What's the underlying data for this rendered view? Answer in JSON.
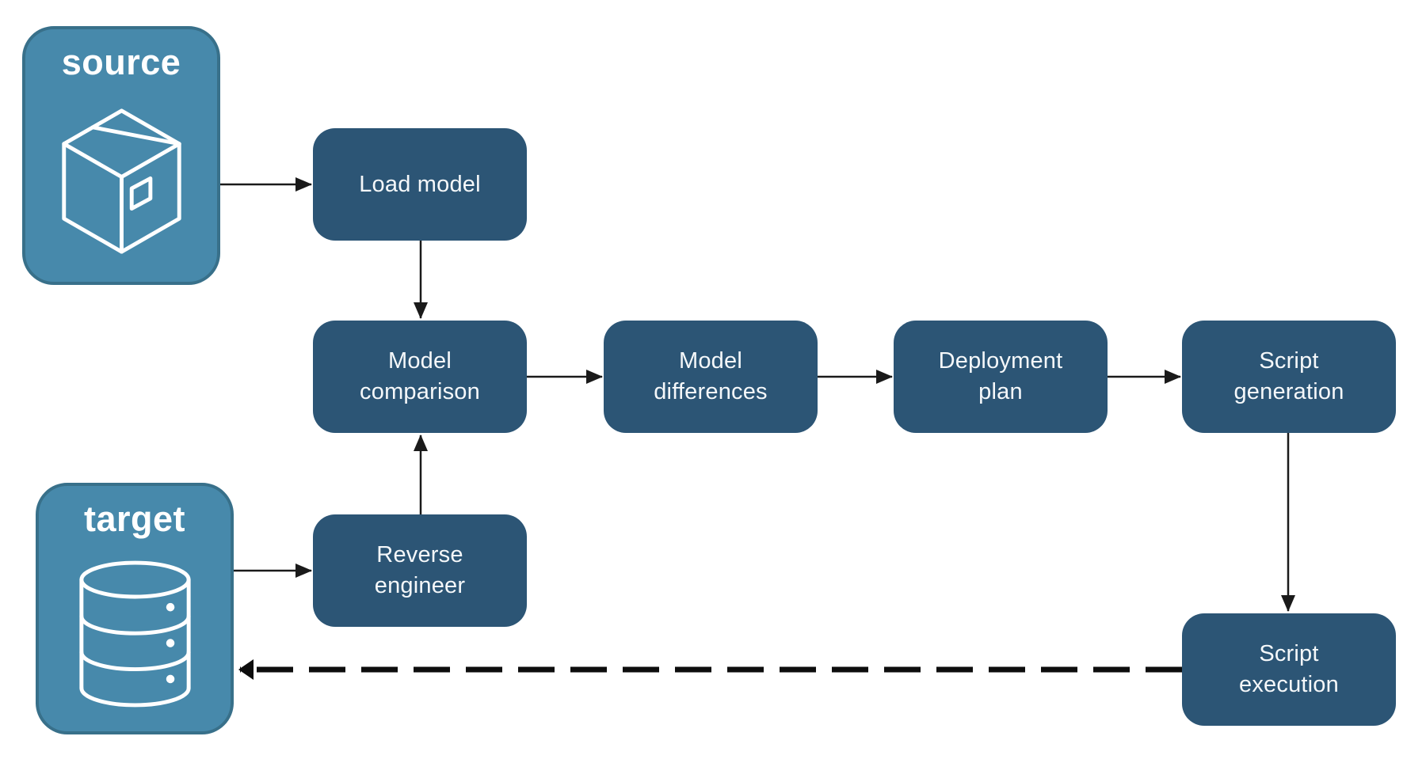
{
  "diagram": {
    "endpoints": [
      {
        "id": "source",
        "label": "source",
        "icon": "package-icon"
      },
      {
        "id": "target",
        "label": "target",
        "icon": "database-icon"
      }
    ],
    "nodes": [
      {
        "id": "load-model",
        "label": "Load model"
      },
      {
        "id": "model-comparison",
        "label": "Model\ncomparison"
      },
      {
        "id": "model-differences",
        "label": "Model\ndifferences"
      },
      {
        "id": "deployment-plan",
        "label": "Deployment\nplan"
      },
      {
        "id": "script-generation",
        "label": "Script\ngeneration"
      },
      {
        "id": "reverse-engineer",
        "label": "Reverse\nengineer"
      },
      {
        "id": "script-execution",
        "label": "Script\nexecution"
      }
    ],
    "edges": [
      {
        "from": "source",
        "to": "load-model",
        "style": "solid"
      },
      {
        "from": "load-model",
        "to": "model-comparison",
        "style": "solid"
      },
      {
        "from": "model-comparison",
        "to": "model-differences",
        "style": "solid"
      },
      {
        "from": "model-differences",
        "to": "deployment-plan",
        "style": "solid"
      },
      {
        "from": "deployment-plan",
        "to": "script-generation",
        "style": "solid"
      },
      {
        "from": "script-generation",
        "to": "script-execution",
        "style": "solid"
      },
      {
        "from": "target",
        "to": "reverse-engineer",
        "style": "solid"
      },
      {
        "from": "reverse-engineer",
        "to": "model-comparison",
        "style": "solid"
      },
      {
        "from": "script-execution",
        "to": "target",
        "style": "dashed"
      }
    ],
    "colors": {
      "process_fill": "#2C5575",
      "endpoint_fill": "#4789AB",
      "endpoint_border": "#38708A",
      "label_text": "#F5F8FA",
      "arrow": "#1a1a1a",
      "background": "#ffffff"
    }
  }
}
